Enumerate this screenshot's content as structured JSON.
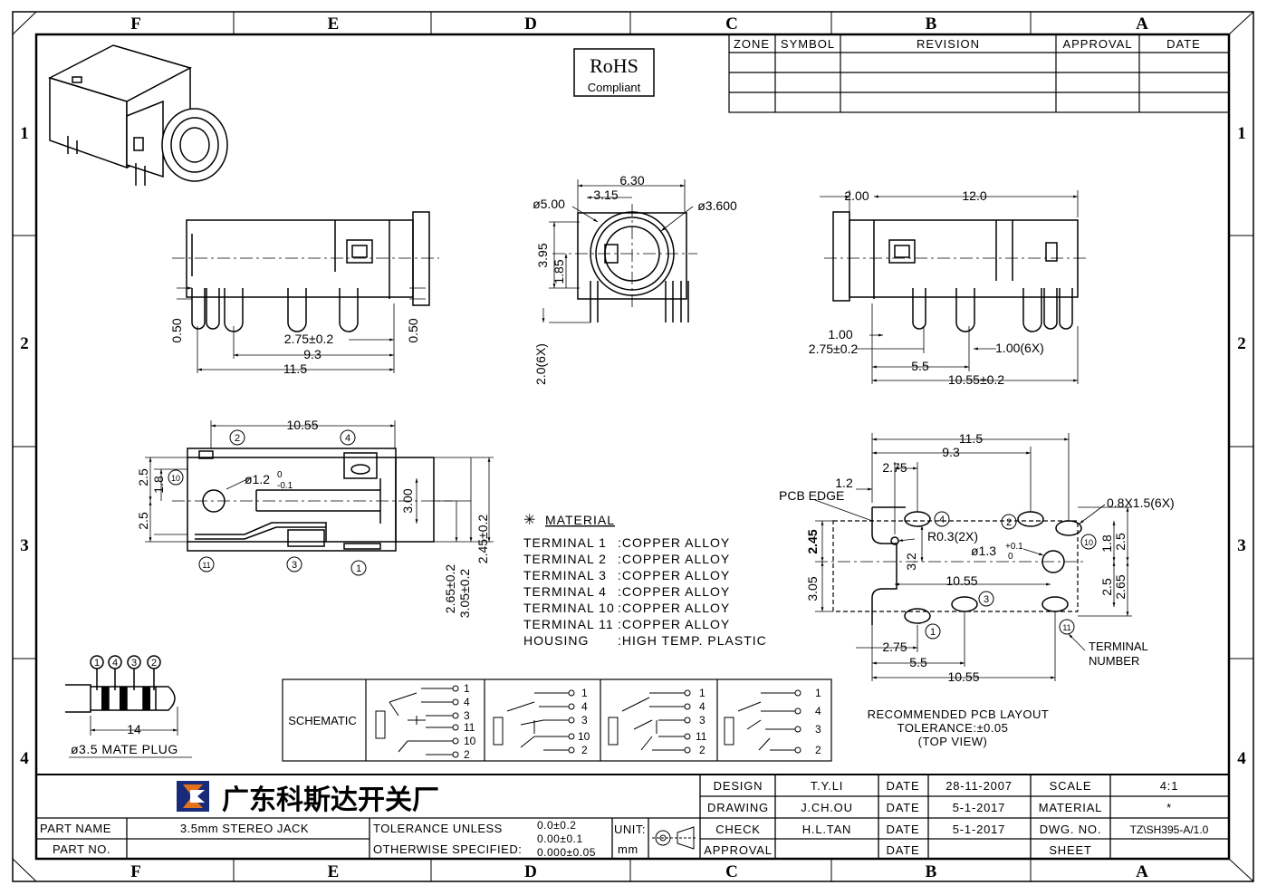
{
  "frame": {
    "columns": [
      "F",
      "E",
      "D",
      "C",
      "B",
      "A"
    ],
    "rows": [
      "1",
      "2",
      "3",
      "4"
    ]
  },
  "rohs": {
    "line1": "RoHS",
    "line2": "Compliant"
  },
  "revision_table": {
    "headers": [
      "ZONE",
      "SYMBOL",
      "REVISION",
      "APPROVAL",
      "DATE"
    ]
  },
  "front_view": {
    "dims": [
      "6.30",
      "3.15",
      "ø5.00",
      "ø3.600",
      "3.95",
      "1.85",
      "2.0(6X)"
    ]
  },
  "side_view_left": {
    "dims": [
      "0.50",
      "0.50",
      "2.75±0.2",
      "9.3",
      "11.5"
    ]
  },
  "side_view_right": {
    "dims": [
      "2.00",
      "12.0",
      "1.00",
      "2.75±0.2",
      "1.00(6X)",
      "5.5",
      "10.55±0.2"
    ]
  },
  "top_view": {
    "dims": [
      "10.55",
      "2.5",
      "1.8",
      "2.5",
      "ø1.2",
      "0",
      "-0.1",
      "3.00",
      "2.65±0.2",
      "3.05±0.2",
      "2.45±0.2"
    ],
    "terminals": [
      "2",
      "4",
      "10",
      "11",
      "3",
      "1"
    ]
  },
  "material": {
    "title": "MATERIAL",
    "rows": [
      {
        "label": "TERMINAL  1",
        "value": ":COPPER  ALLOY"
      },
      {
        "label": "TERMINAL  2",
        "value": ":COPPER  ALLOY"
      },
      {
        "label": "TERMINAL  3",
        "value": ":COPPER  ALLOY"
      },
      {
        "label": "TERMINAL  4",
        "value": ":COPPER  ALLOY"
      },
      {
        "label": "TERMINAL  10",
        "value": ":COPPER  ALLOY"
      },
      {
        "label": "TERMINAL  11",
        "value": ":COPPER  ALLOY"
      },
      {
        "label": "HOUSING",
        "value": ":HIGH  TEMP.  PLASTIC"
      }
    ]
  },
  "pcb_layout": {
    "dims": [
      "11.5",
      "9.3",
      "2.75",
      "1.2",
      "0.8X1.5(6X)",
      "2.45",
      "R0.3(2X)",
      "ø1.3",
      "+0.1",
      "0",
      "3.2",
      "10.55",
      "1.8",
      "2.5",
      "2.5",
      "2.65",
      "3.05",
      "2.75",
      "5.5",
      "10.55"
    ],
    "labels": {
      "pcb_edge": "PCB EDGE",
      "terminal_number": "TERMINAL\nNUMBER",
      "terminal_line1": "TERMINAL",
      "terminal_line2": "NUMBER"
    },
    "terminals": [
      "4",
      "2",
      "10",
      "3",
      "1",
      "11"
    ],
    "caption": [
      "RECOMMENDED  PCB  LAYOUT",
      "TOLERANCE:±0.05",
      "(TOP  VIEW)"
    ]
  },
  "plug": {
    "numbers": [
      "1",
      "4",
      "3",
      "2"
    ],
    "length": "14",
    "caption": "ø3.5  MATE  PLUG"
  },
  "schematic": {
    "label": "SCHEMATIC",
    "panel1": [
      "1",
      "4",
      "3",
      "11",
      "10",
      "2"
    ],
    "panel2": [
      "1",
      "4",
      "3",
      "10",
      "2"
    ],
    "panel3": [
      "1",
      "4",
      "3",
      "11",
      "2"
    ],
    "panel4": [
      "1",
      "4",
      "3",
      "2"
    ]
  },
  "title_block": {
    "company": "广东科斯达开关厂",
    "part_name_label": "PART NAME",
    "part_name": "3.5mm  STEREO  JACK",
    "part_no_label": "PART  NO.",
    "tolerance_line1": "TOLERANCE  UNLESS",
    "tolerance_line2": "OTHERWISE  SPECIFIED:",
    "tol_values": [
      "0.0±0.2",
      "0.00±0.1",
      "0.000±0.05"
    ],
    "unit_label": "UNIT:",
    "unit_value": "mm",
    "rows": [
      {
        "role": "DESIGN",
        "name": "T.Y.LI",
        "date_label": "DATE",
        "date": "28-11-2007",
        "key": "SCALE",
        "val": "4:1"
      },
      {
        "role": "DRAWING",
        "name": "J.CH.OU",
        "date_label": "DATE",
        "date": "5-1-2017",
        "key": "MATERIAL",
        "val": "*"
      },
      {
        "role": "CHECK",
        "name": "H.L.TAN",
        "date_label": "DATE",
        "date": "5-1-2017",
        "key": "DWG.  NO.",
        "val": "TZ\\SH395-A/1.0"
      },
      {
        "role": "APPROVAL",
        "name": "",
        "date_label": "DATE",
        "date": "",
        "key": "SHEET",
        "val": ""
      }
    ]
  }
}
